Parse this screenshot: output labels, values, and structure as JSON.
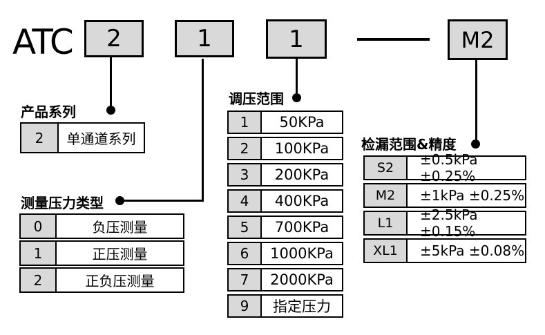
{
  "model": {
    "prefix": "ATC",
    "segment1": "2",
    "segment2": "1",
    "segment3": "1",
    "separator": "—",
    "segment4": "M2"
  },
  "colors": {
    "box_fill": "#d9d9d9",
    "line": "#000000"
  },
  "product_series": {
    "label": "产品系列",
    "rows": [
      {
        "code": "2",
        "desc": "单通道系列"
      }
    ]
  },
  "pressure_type": {
    "label": "测量压力类型",
    "rows": [
      {
        "code": "0",
        "desc": "负压测量"
      },
      {
        "code": "1",
        "desc": "正压测量"
      },
      {
        "code": "2",
        "desc": "正负压测量"
      }
    ]
  },
  "regulate_range": {
    "label": "调压范围",
    "rows": [
      {
        "code": "1",
        "desc": "50KPa"
      },
      {
        "code": "2",
        "desc": "100KPa"
      },
      {
        "code": "3",
        "desc": "200KPa"
      },
      {
        "code": "4",
        "desc": "400KPa"
      },
      {
        "code": "5",
        "desc": "700KPa"
      },
      {
        "code": "6",
        "desc": "1000KPa"
      },
      {
        "code": "7",
        "desc": "2000KPa"
      },
      {
        "code": "9",
        "desc": "指定压力"
      }
    ]
  },
  "leak_range": {
    "label": "检漏范围&精度",
    "rows": [
      {
        "code": "S2",
        "desc": "±0.5kPa ±0.25%"
      },
      {
        "code": "M2",
        "desc": "±1kPa ±0.25%"
      },
      {
        "code": "L1",
        "desc": "±2.5kPa ±0.15%"
      },
      {
        "code": "XL1",
        "desc": "±5kPa ±0.08%"
      }
    ]
  }
}
